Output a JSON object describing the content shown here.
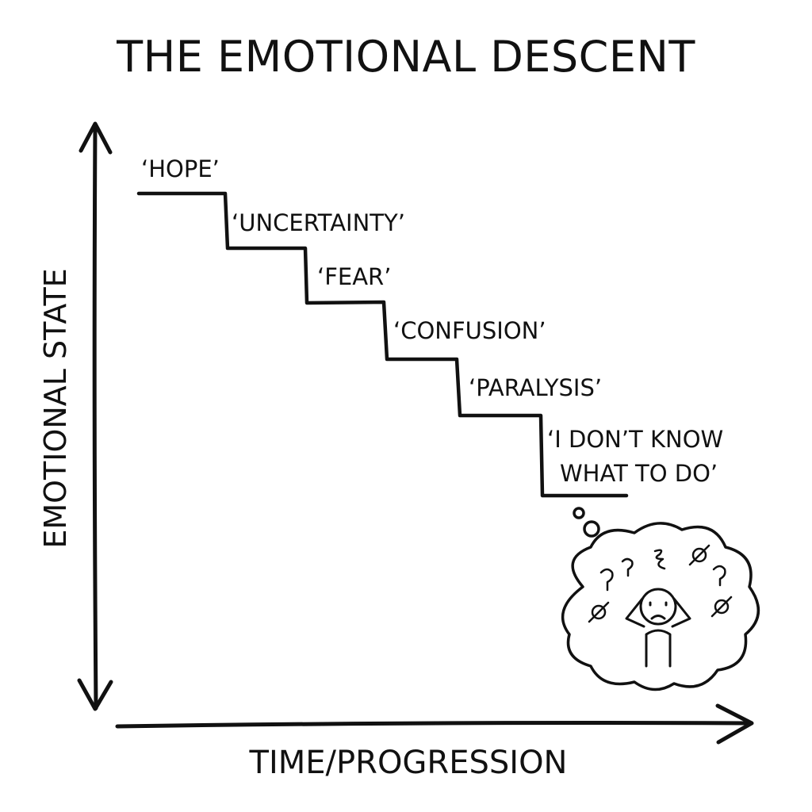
{
  "title": "THE EMOTIONAL DESCENT",
  "axes": {
    "y_label": "EMOTIONAL STATE",
    "x_label": "TIME/PROGRESSION"
  },
  "steps": [
    {
      "label": "‘HOPE’"
    },
    {
      "label": "‘UNCERTAINTY’"
    },
    {
      "label": "‘FEAR’"
    },
    {
      "label": "‘CONFUSION’"
    },
    {
      "label": "‘PARALYSIS’"
    },
    {
      "label_line1": "‘I DON’T KNOW",
      "label_line2": "WHAT TO DO’"
    }
  ],
  "thought_bubble": {
    "icon": "confused-person-thought-cloud-icon"
  }
}
